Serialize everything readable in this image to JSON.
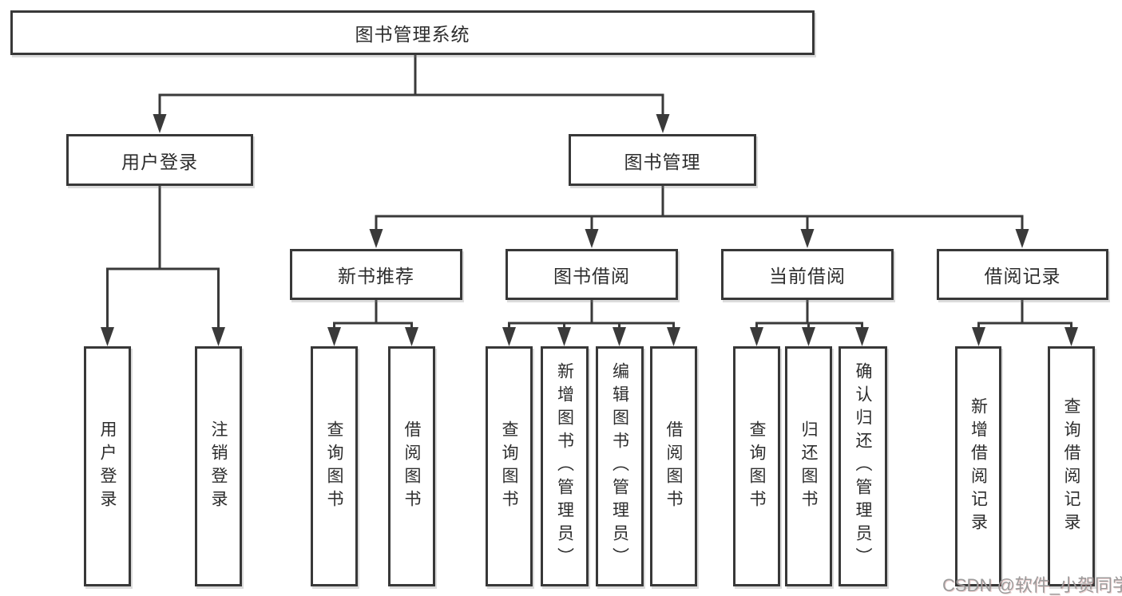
{
  "diagram": {
    "root": {
      "label": "图书管理系统"
    },
    "level2": [
      {
        "label": "用户登录"
      },
      {
        "label": "图书管理"
      }
    ],
    "level3": [
      {
        "label": "新书推荐"
      },
      {
        "label": "图书借阅"
      },
      {
        "label": "当前借阅"
      },
      {
        "label": "借阅记录"
      }
    ],
    "leaves": {
      "user_login": [
        {
          "label": "用户登录"
        },
        {
          "label": "注销登录"
        }
      ],
      "new_book_recommend": [
        {
          "label": "查询图书"
        },
        {
          "label": "借阅图书"
        }
      ],
      "book_borrow": [
        {
          "label": "查询图书"
        },
        {
          "label": "新增图书（管理员）"
        },
        {
          "label": "编辑图书（管理员）"
        },
        {
          "label": "借阅图书"
        }
      ],
      "current_borrow": [
        {
          "label": "查询图书"
        },
        {
          "label": "归还图书"
        },
        {
          "label": "确认归还（管理员）"
        }
      ],
      "borrow_record": [
        {
          "label": "新增借阅记录"
        },
        {
          "label": "查询借阅记录"
        }
      ]
    }
  },
  "watermark": {
    "text": "CSDN @软件_小贺同学"
  },
  "colors": {
    "line_color": "#3a3a3a",
    "box_border": "#383838",
    "text_color": "#2d2d2d",
    "watermark_color": "#9b9b9b",
    "background": "#ffffff"
  }
}
